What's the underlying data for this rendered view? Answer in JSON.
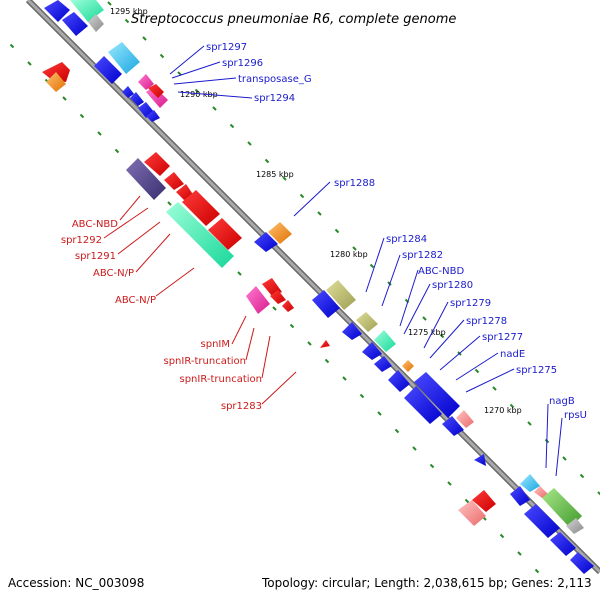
{
  "title": "Streptococcus pneumoniae R6, complete genome",
  "footer": {
    "accession": "Accession: NC_003098",
    "summary": "Topology: circular; Length: 2,038,615 bp; Genes: 2,113"
  },
  "colors": {
    "backbone": "#909090",
    "tick": "#2a8a2a",
    "label_blue": "#1b1bcc",
    "label_red": "#cc1a1a",
    "text": "#000000"
  },
  "kbp_markers": [
    {
      "label": "1295 kbp"
    },
    {
      "label": "1290 kbp"
    },
    {
      "label": "1285 kbp"
    },
    {
      "label": "1280 kbp"
    },
    {
      "label": "1275 kbp"
    },
    {
      "label": "1270 kbp"
    }
  ],
  "right_labels": [
    {
      "text": "spr1297",
      "color": "blue"
    },
    {
      "text": "spr1296",
      "color": "blue"
    },
    {
      "text": "transposase_G",
      "color": "blue"
    },
    {
      "text": "spr1294",
      "color": "blue"
    },
    {
      "text": "spr1288",
      "color": "blue"
    },
    {
      "text": "spr1284",
      "color": "blue"
    },
    {
      "text": "spr1282",
      "color": "blue"
    },
    {
      "text": "ABC-NBD",
      "color": "blue"
    },
    {
      "text": "spr1280",
      "color": "blue"
    },
    {
      "text": "spr1279",
      "color": "blue"
    },
    {
      "text": "spr1278",
      "color": "blue"
    },
    {
      "text": "spr1277",
      "color": "blue"
    },
    {
      "text": "nadE",
      "color": "blue"
    },
    {
      "text": "spr1275",
      "color": "blue"
    },
    {
      "text": "nagB",
      "color": "blue"
    },
    {
      "text": "rpsU",
      "color": "blue"
    }
  ],
  "left_labels": [
    {
      "text": "ABC-NBD",
      "color": "red"
    },
    {
      "text": "spr1292",
      "color": "red"
    },
    {
      "text": "spr1291",
      "color": "red"
    },
    {
      "text": "ABC-N/P",
      "color": "red"
    },
    {
      "text": "ABC-N/P",
      "color": "red"
    },
    {
      "text": "spnIM",
      "color": "red"
    },
    {
      "text": "spnIR-truncation",
      "color": "red"
    },
    {
      "text": "spnIR-truncation",
      "color": "red"
    },
    {
      "text": "spr1283",
      "color": "red"
    }
  ]
}
